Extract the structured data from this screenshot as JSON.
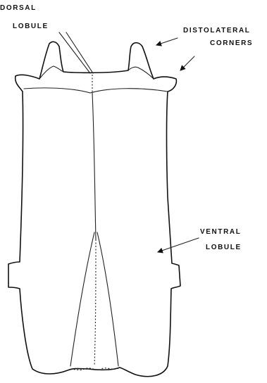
{
  "labels": {
    "dorsal_lobule": {
      "line1": "DORSAL",
      "line2": "LOBULE"
    },
    "distolateral_corners": {
      "line1": "DISTOLATERAL",
      "line2": "CORNERS"
    },
    "ventral_lobule": {
      "line1": "VENTRAL",
      "line2": "LOBULE"
    }
  },
  "colors": {
    "line": "#111111",
    "background": "#ffffff"
  }
}
